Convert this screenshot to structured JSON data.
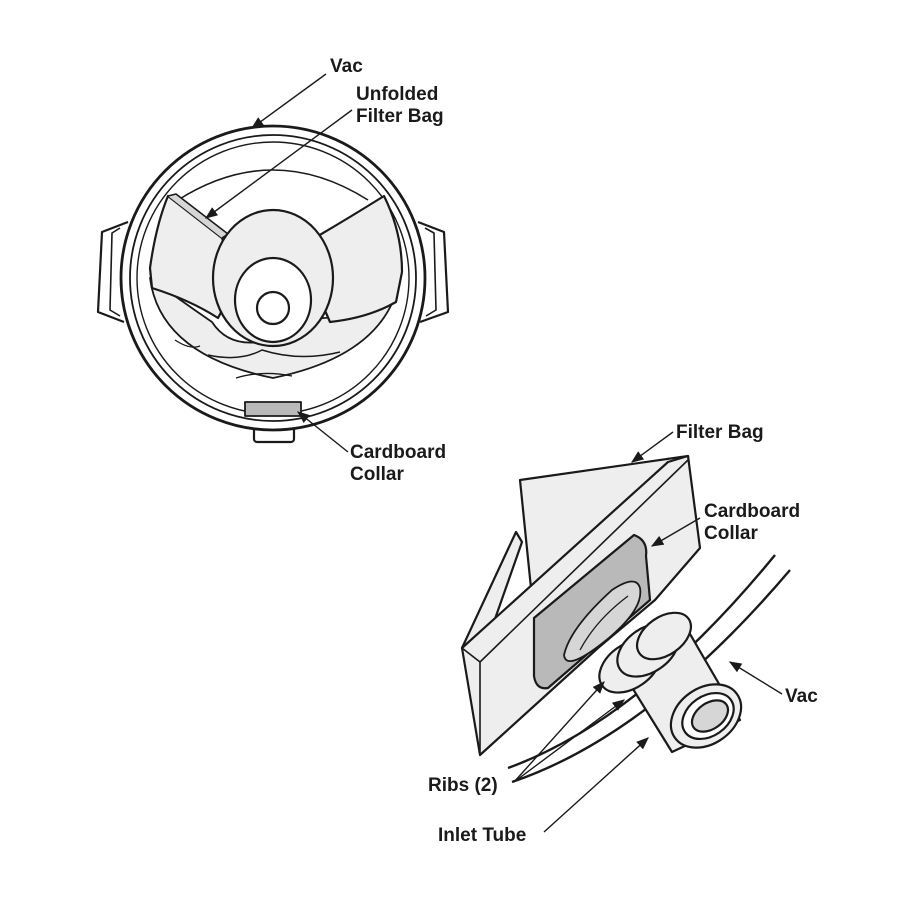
{
  "labels": {
    "top_vac": "Vac",
    "top_unfolded_1": "Unfolded",
    "top_unfolded_2": "Filter Bag",
    "top_collar_1": "Cardboard",
    "top_collar_2": "Collar",
    "bot_filter_bag": "Filter Bag",
    "bot_collar_1": "Cardboard",
    "bot_collar_2": "Collar",
    "bot_vac": "Vac",
    "bot_ribs": "Ribs (2)",
    "bot_inlet_tube": "Inlet Tube"
  },
  "colors": {
    "line": "#1a1a1a",
    "fill_light": "#eeeeee",
    "fill_mid": "#d6d6d6",
    "fill_dark": "#b9b9b9",
    "background": "#ffffff"
  }
}
